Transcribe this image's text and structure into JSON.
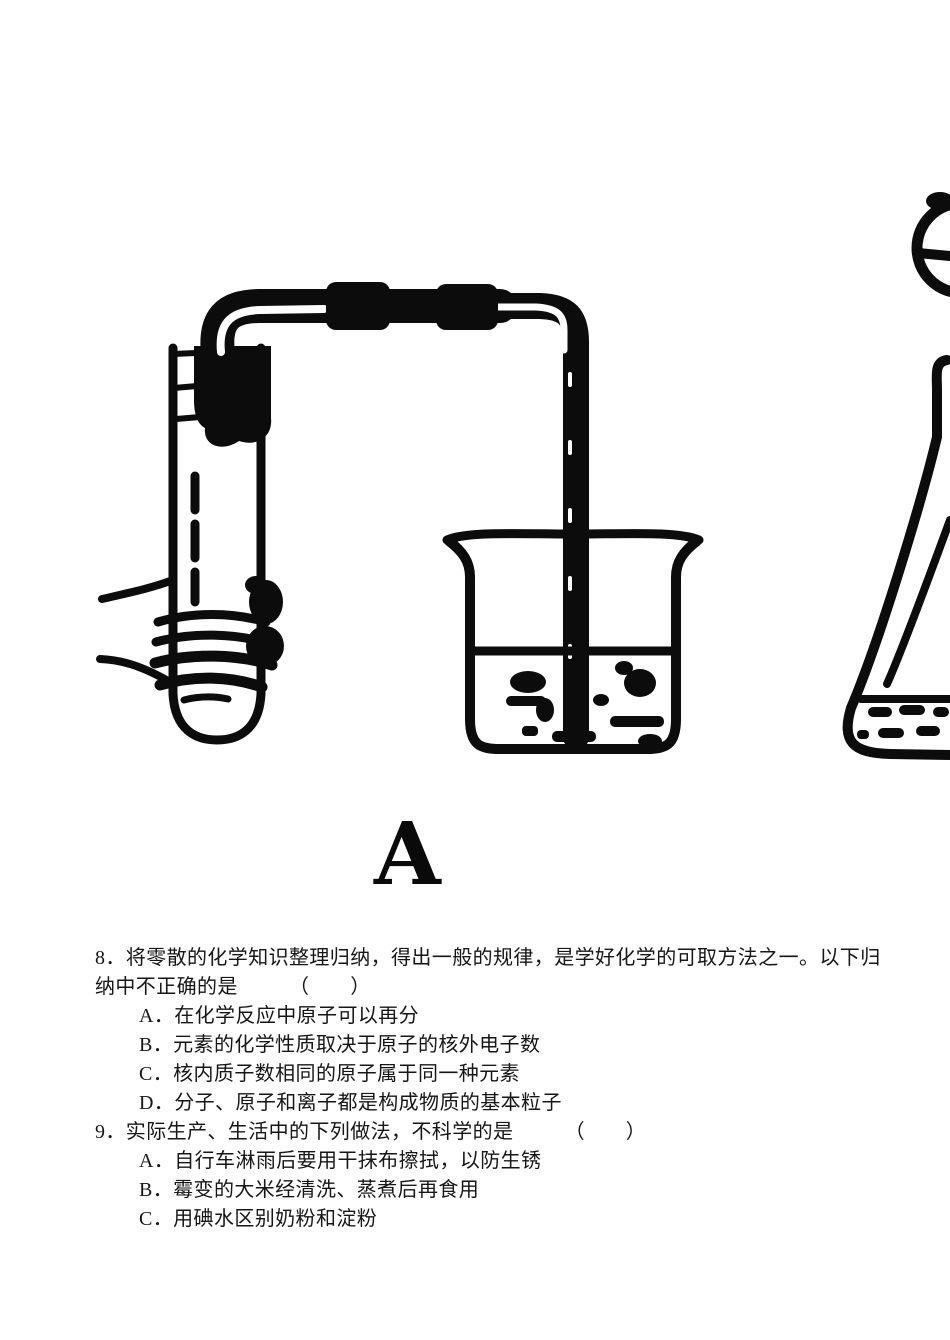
{
  "paper_color": "#ffffff",
  "ink_color": "#0c0c0c",
  "figure": {
    "label": "A",
    "parts": [
      "hand",
      "test-tube",
      "rubber-stopper",
      "delivery-tube",
      "rubber-connector",
      "rubber-connector",
      "beaker",
      "beaker-liquid",
      "conical-flask",
      "flask-liquid",
      "separating-funnel-bulb"
    ]
  },
  "q8": {
    "stem_line1": "8．将零散的化学知识整理归纳，得出一般的规律，是学好化学的可取方法之一。以下归",
    "stem_line2": "纳中不正确的是　　　（　　）",
    "options": [
      "A．在化学反应中原子可以再分",
      "B．元素的化学性质取决于原子的核外电子数",
      "C．核内质子数相同的原子属于同一种元素",
      "D．分子、原子和离子都是构成物质的基本粒子"
    ]
  },
  "q9": {
    "stem": "9．实际生产、生活中的下列做法，不科学的是　　　（　　）",
    "options": [
      "A．自行车淋雨后要用干抹布擦拭，以防生锈",
      "B．霉变的大米经清洗、蒸煮后再食用",
      "C．用碘水区别奶粉和淀粉"
    ]
  }
}
